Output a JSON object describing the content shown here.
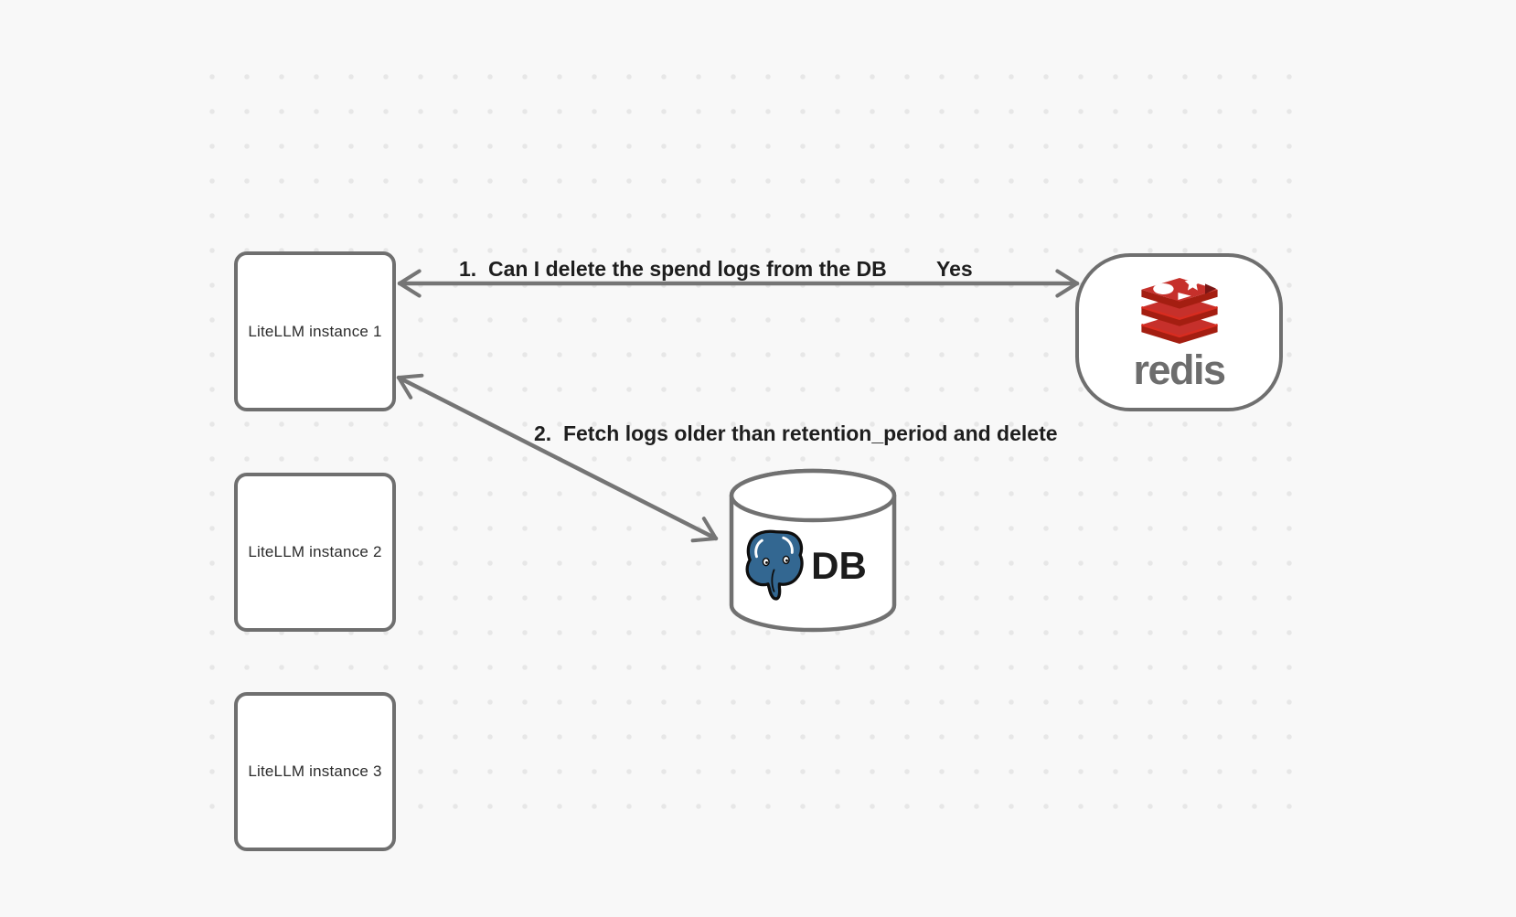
{
  "canvas": {
    "background_color": "#f8f8f8",
    "dot_color": "#e7e7e7",
    "stroke_color": "#757575"
  },
  "nodes": {
    "instances": [
      {
        "label": "LiteLLM instance 1"
      },
      {
        "label": "LiteLLM instance 2"
      },
      {
        "label": "LiteLLM instance 3"
      }
    ],
    "redis": {
      "wordmark": "redis",
      "logo_icon": "redis-stack-logo",
      "brand_red": "#C6302B",
      "brand_dark_red": "#A41E11",
      "wordmark_color": "#6d6d6d"
    },
    "db": {
      "label": "DB",
      "logo_icon": "postgresql-elephant",
      "elephant_blue": "#336791"
    }
  },
  "arrows": [
    {
      "label": "1.  Can I delete the spend logs from the DB",
      "response": "Yes",
      "between": "litellm-instance-1 and redis",
      "bidirectional": true
    },
    {
      "label": "2.  Fetch logs older than retention_period and delete",
      "between": "litellm-instance-1 and db",
      "bidirectional": true
    }
  ]
}
